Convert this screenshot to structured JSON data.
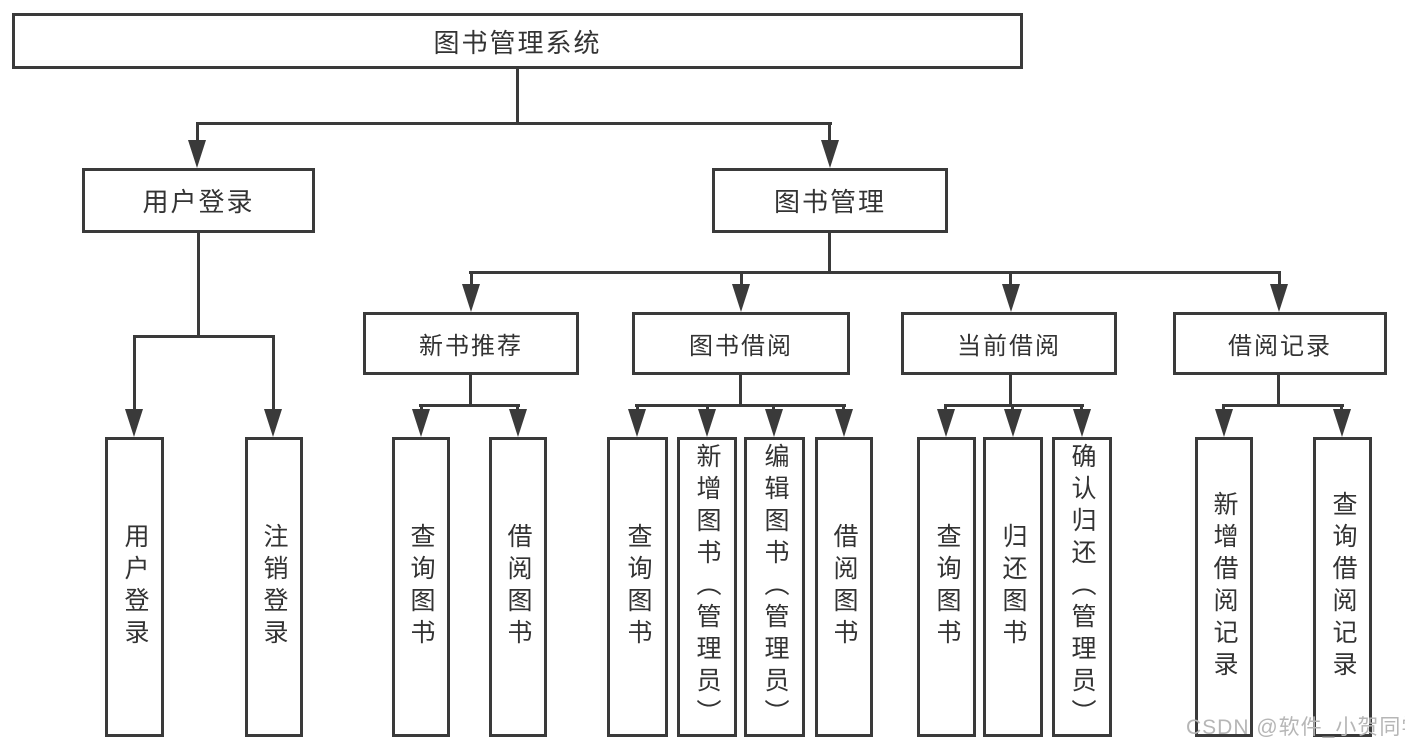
{
  "diagram": {
    "root": {
      "label": "图书管理系统"
    },
    "user_login": {
      "label": "用户登录",
      "children": [
        {
          "label": "用户登录"
        },
        {
          "label": "注销登录"
        }
      ]
    },
    "book_mgmt": {
      "label": "图书管理",
      "children": [
        {
          "label": "新书推荐",
          "children": [
            {
              "label": "查询图书"
            },
            {
              "label": "借阅图书"
            }
          ]
        },
        {
          "label": "图书借阅",
          "children": [
            {
              "label": "查询图书"
            },
            {
              "label": "新增图书（管理员）"
            },
            {
              "label": "编辑图书（管理员）"
            },
            {
              "label": "借阅图书"
            }
          ]
        },
        {
          "label": "当前借阅",
          "children": [
            {
              "label": "查询图书"
            },
            {
              "label": "归还图书"
            },
            {
              "label": "确认归还（管理员）"
            }
          ]
        },
        {
          "label": "借阅记录",
          "children": [
            {
              "label": "新增借阅记录"
            },
            {
              "label": "查询借阅记录"
            }
          ]
        }
      ]
    },
    "watermark": "CSDN @软件_小贺同学"
  },
  "colors": {
    "line": "#3a3a3a",
    "text": "#333333",
    "background": "#ffffff",
    "watermark": "#b6b6b6"
  }
}
